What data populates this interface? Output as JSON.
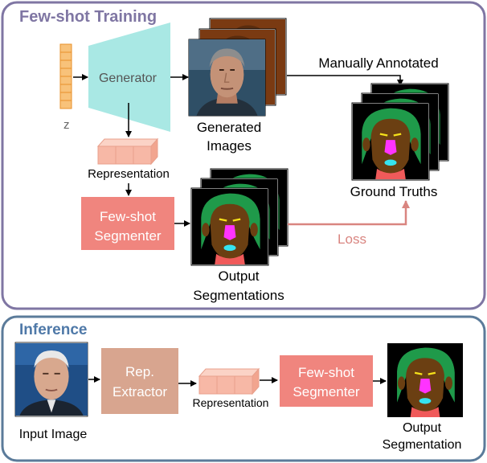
{
  "training": {
    "title": "Few-shot Training",
    "z_label": "z",
    "generator_label": "Generator",
    "generated_label_line1": "Generated",
    "generated_label_line2": "Images",
    "manual_label": "Manually Annotated",
    "ground_truth_label": "Ground Truths",
    "representation_label": "Representation",
    "segmenter_line1": "Few-shot",
    "segmenter_line2": "Segmenter",
    "loss_label": "Loss",
    "output_line1": "Output",
    "output_line2": "Segmentations"
  },
  "inference": {
    "title": "Inference",
    "input_label": "Input Image",
    "extractor_line1": "Rep.",
    "extractor_line2": "Extractor",
    "representation_label": "Representation",
    "segmenter_line1": "Few-shot",
    "segmenter_line2": "Segmenter",
    "output_line1": "Output",
    "output_line2": "Segmentation"
  },
  "colors": {
    "panel_border": "#7f76a3",
    "inference_border": "#5b7b9a",
    "title_training": "#7f76a3",
    "title_inference": "#4f79a8",
    "generator_fill": "#a9e8e4",
    "latent_fill": "#f8c27a",
    "latent_stroke": "#e8902a",
    "representation_fill": "#f7b8a6",
    "segmenter_fill": "#f0857e",
    "extractor_fill": "#d8a58f",
    "loss_color": "#d98580",
    "seg_background": "#000000",
    "seg_face": "#6b3f12",
    "seg_hair": "#1f9a4a",
    "seg_nose": "#ff33ff",
    "seg_mouth": "#35e3f0",
    "seg_neck": "#f05a5a",
    "seg_eyes": "#f5e11a"
  }
}
